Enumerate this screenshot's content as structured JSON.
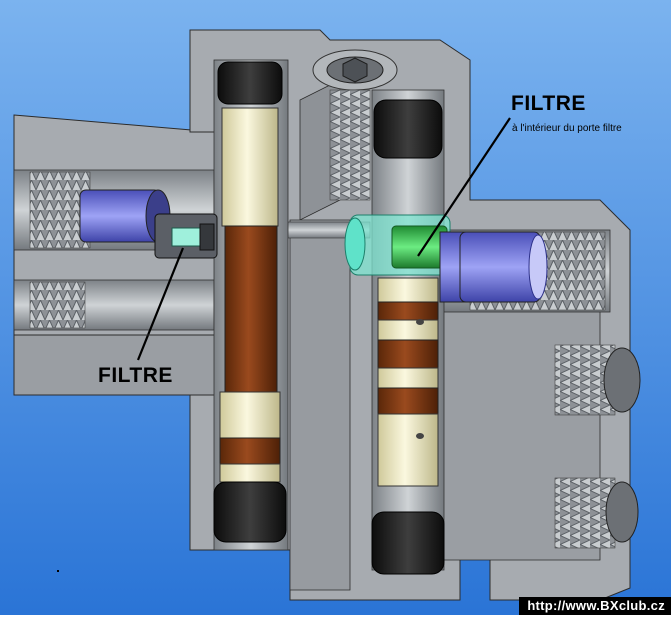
{
  "labels": {
    "filtre_right": "FILTRE",
    "filtre_right_note": "à l'intérieur du porte filtre",
    "filtre_left": "FILTRE"
  },
  "watermark": "http://www.BXclub.cz",
  "colors": {
    "background_top": "#6fa9ea",
    "background_bottom": "#2f7bd8",
    "body_grey": "#9ea3a8",
    "cut_face": "#b8bcc0",
    "spool_cream": "#f3efc8",
    "spool_brown": "#8a3d17",
    "seal_black": "#1c1c1c",
    "plug_blue": "#6a6fd6",
    "filter_green": "#3fc95a",
    "holder_cyan": "#57e0c8"
  }
}
